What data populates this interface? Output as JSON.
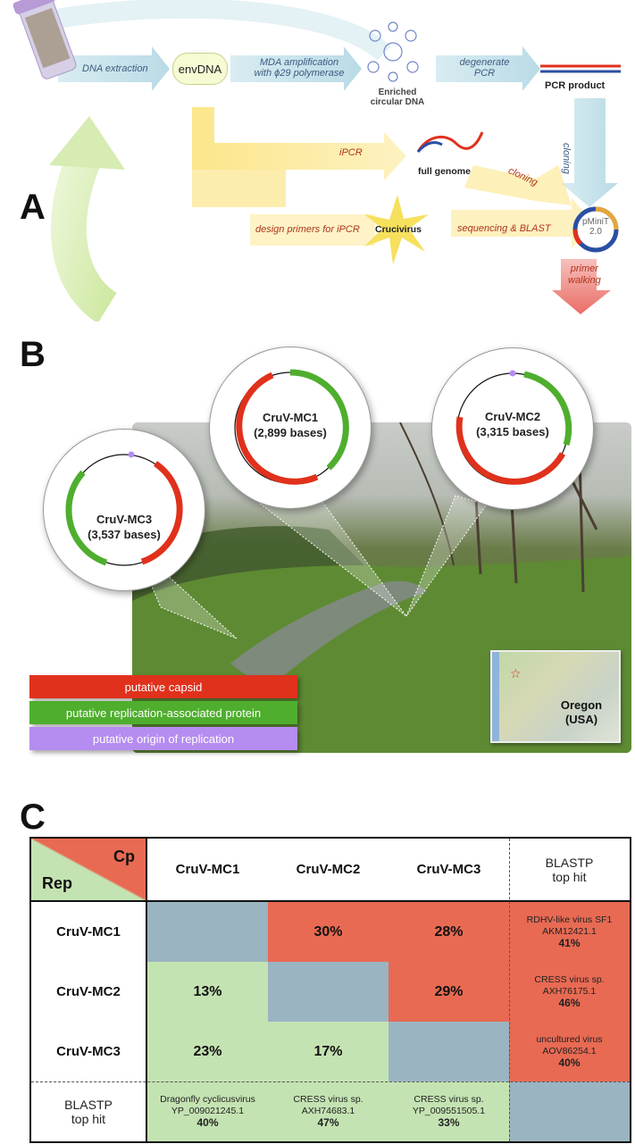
{
  "panelA": {
    "letter": "A",
    "dna_extraction": "DNA extraction",
    "envdna": "envDNA",
    "mda_line1": "MDA amplification",
    "mda_line2": "with ϕ29 polymerase",
    "enriched_line1": "Enriched",
    "enriched_line2": "circular DNA",
    "degenerate_line1": "degenerate",
    "degenerate_line2": "PCR",
    "pcr_product": "PCR product",
    "cloning_vertical": "cloning",
    "ipcr": "iPCR",
    "full_genome": "full genome",
    "cloning_diag": "cloning",
    "design_primers": "design primers for iPCR",
    "crucivirus": "Crucivirus",
    "sequencing": "sequencing & BLAST",
    "plasmid_line1": "pMiniT",
    "plasmid_line2": "2.0",
    "primer_line1": "primer",
    "primer_line2": "walking"
  },
  "panelB": {
    "letter": "B",
    "genomes": [
      {
        "name": "CruV-MC1",
        "size": "(2,899 bases)"
      },
      {
        "name": "CruV-MC2",
        "size": "(3,315 bases)"
      },
      {
        "name": "CruV-MC3",
        "size": "(3,537 bases)"
      }
    ],
    "legend": [
      {
        "label": "putative capsid",
        "color": "#e0311c"
      },
      {
        "label": "putative replication-associated protein",
        "color": "#4fae2e"
      },
      {
        "label": "putative origin of replication",
        "color": "#b58cf0"
      }
    ],
    "map_label_line1": "Oregon",
    "map_label_line2": "(USA)"
  },
  "panelC": {
    "letter": "C",
    "corner_cp": "Cp",
    "corner_rep": "Rep",
    "col_headers": [
      "CruV-MC1",
      "CruV-MC2",
      "CruV-MC3"
    ],
    "blastp_header_line1": "BLASTP",
    "blastp_header_line2": "top hit",
    "rows": [
      {
        "name": "CruV-MC1",
        "cells": [
          "",
          "30%",
          "28%"
        ],
        "hit_name": "RDHV-like virus SF1",
        "hit_acc": "AKM12421.1",
        "hit_pct": "41%"
      },
      {
        "name": "CruV-MC2",
        "cells": [
          "13%",
          "",
          "29%"
        ],
        "hit_name": "CRESS virus sp.",
        "hit_acc": "AXH76175.1",
        "hit_pct": "46%"
      },
      {
        "name": "CruV-MC3",
        "cells": [
          "23%",
          "17%",
          ""
        ],
        "hit_name": "uncultured virus",
        "hit_acc": "AOV86254.1",
        "hit_pct": "40%"
      }
    ],
    "bottom_row_line1": "BLASTP",
    "bottom_row_line2": "top hit",
    "bottom_hits": [
      {
        "name": "Dragonfly cyclicusvirus",
        "acc": "YP_009021245.1",
        "pct": "40%"
      },
      {
        "name": "CRESS virus sp.",
        "acc": "AXH74683.1",
        "pct": "47%"
      },
      {
        "name": "CRESS virus sp.",
        "acc": "YP_009551505.1",
        "pct": "33%"
      }
    ],
    "colors": {
      "red": "#e86a53",
      "green": "#c4e3b2",
      "blue": "#9bb4c2"
    }
  }
}
